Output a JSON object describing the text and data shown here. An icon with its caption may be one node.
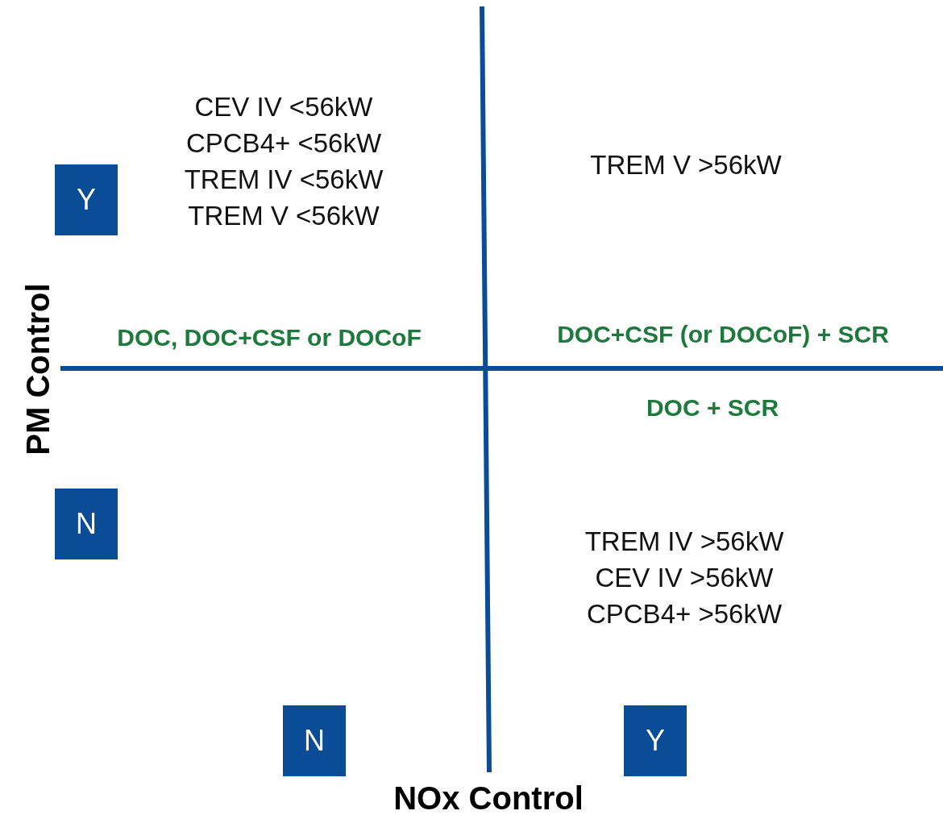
{
  "diagram": {
    "nodes": [
      {
        "text": [
          "Y"
        ]
      },
      {
        "text": [
          "N"
        ]
      },
      {
        "text": [
          "N"
        ]
      },
      {
        "text": [
          "Y"
        ]
      }
    ],
    "labels": [
      "CEV IV <56kW",
      "CPCB4+ <56kW",
      "TREM IV <56kW",
      "TREM V <56kW",
      "TREM V >56kW",
      "PM Control",
      "DOC, DOC+CSF or DOCoF",
      "DOC+CSF (or DOCoF) + SCR",
      "DOC + SCR",
      "TREM IV >56kW",
      "CEV IV >56kW",
      "CPCB4+ >56kW",
      "NOx Control"
    ]
  }
}
